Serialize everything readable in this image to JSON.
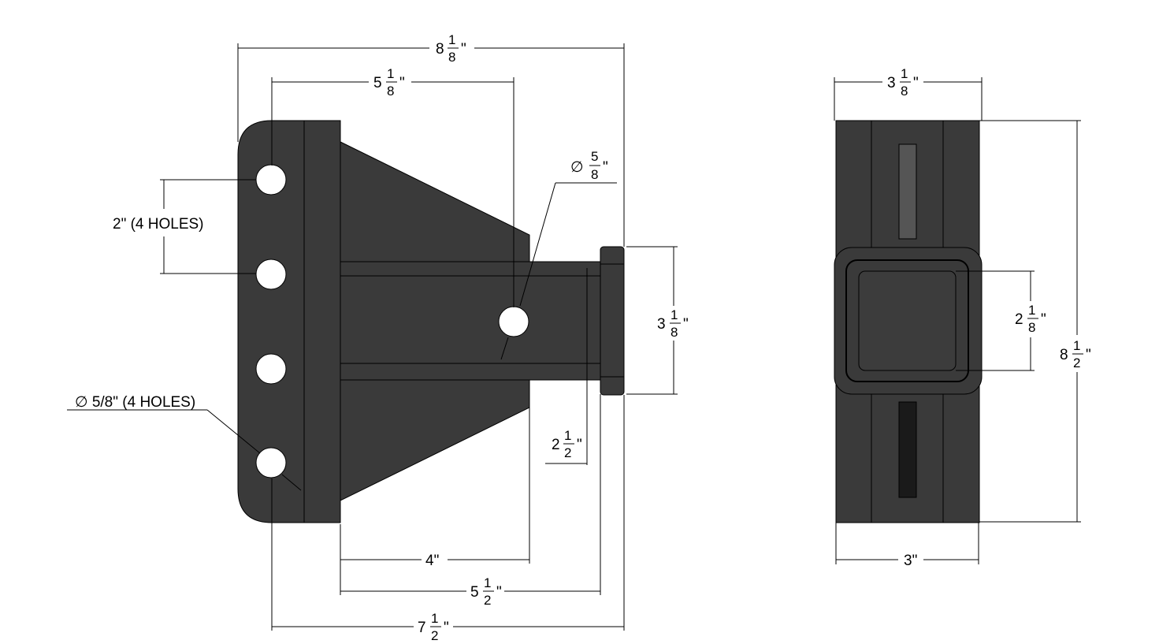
{
  "side_view": {
    "overall_width": {
      "whole": "8",
      "num": "1",
      "den": "8"
    },
    "hole_to_pin": {
      "whole": "5",
      "num": "1",
      "den": "8"
    },
    "hole_spacing": "2\" (4 HOLES)",
    "hole_dia_note": "∅ 5/8\" (4 HOLES)",
    "pin_dia": {
      "num": "5",
      "den": "8"
    },
    "shank_height": {
      "whole": "3",
      "num": "1",
      "den": "8"
    },
    "offset": {
      "whole": "2",
      "num": "1",
      "den": "2"
    },
    "shank_length_4": "4\"",
    "shank_length": {
      "whole": "5",
      "num": "1",
      "den": "2"
    },
    "overall_length": {
      "whole": "7",
      "num": "1",
      "den": "2"
    }
  },
  "end_view": {
    "top_width": {
      "whole": "3",
      "num": "1",
      "den": "8"
    },
    "inner_square": {
      "whole": "2",
      "num": "1",
      "den": "8"
    },
    "overall_height": {
      "whole": "8",
      "num": "1",
      "den": "2"
    },
    "bottom_width": "3\""
  },
  "colors": {
    "part": "#3a3a3a",
    "hole": "#ffffff",
    "line": "#000000"
  }
}
